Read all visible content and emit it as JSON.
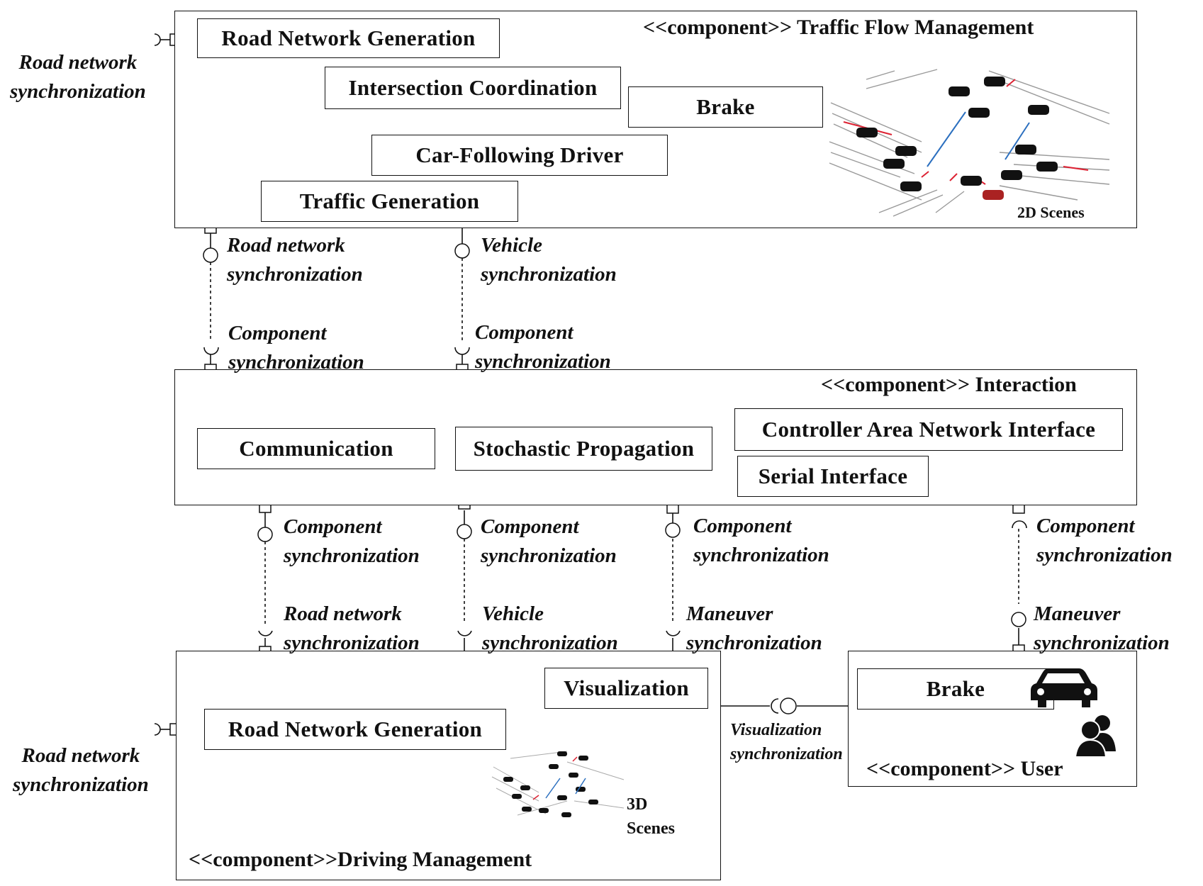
{
  "traffic_flow_management": {
    "title": "<<component>> Traffic Flow Management",
    "road_network_generation": "Road Network Generation",
    "intersection_coordination": "Intersection Coordination",
    "brake": "Brake",
    "car_following_driver": "Car-Following Driver",
    "traffic_generation": "Traffic Generation",
    "scene_caption": "2D Scenes"
  },
  "interaction": {
    "title": "<<component>> Interaction",
    "communication": "Communication",
    "stochastic_propagation": "Stochastic Propagation",
    "can_interface": "Controller Area Network Interface",
    "serial_interface": "Serial Interface"
  },
  "driving_management": {
    "title": "<<component>>Driving Management",
    "visualization": "Visualization",
    "road_network_generation": "Road Network Generation",
    "scene_caption": "3D\nScenes"
  },
  "user": {
    "title": "<<component>> User",
    "brake": "Brake"
  },
  "interface_labels": {
    "tfm_left": "Road network\nsynchronization",
    "tfm_road_provided": "Road network\nsynchronization",
    "tfm_vehicle_provided": "Vehicle\nsynchronization",
    "int_comp_req_left": "Component\nsynchronization",
    "int_comp_req_mid": "Component\nsynchronization",
    "int_comp_prov_1": "Component\nsynchronization",
    "int_comp_prov_2": "Component\nsynchronization",
    "int_comp_prov_3": "Component\nsynchronization",
    "int_comp_req_right": "Component\nsynchronization",
    "dm_road_req": "Road network\nsynchronization",
    "dm_vehicle_req": "Vehicle\nsynchronization",
    "dm_maneuver_req": "Maneuver\nsynchronization",
    "user_maneuver_prov": "Maneuver\nsynchronization",
    "visualization_sync": "Visualization\nsynchronization",
    "dm_left": "Road network\nsynchronization"
  }
}
